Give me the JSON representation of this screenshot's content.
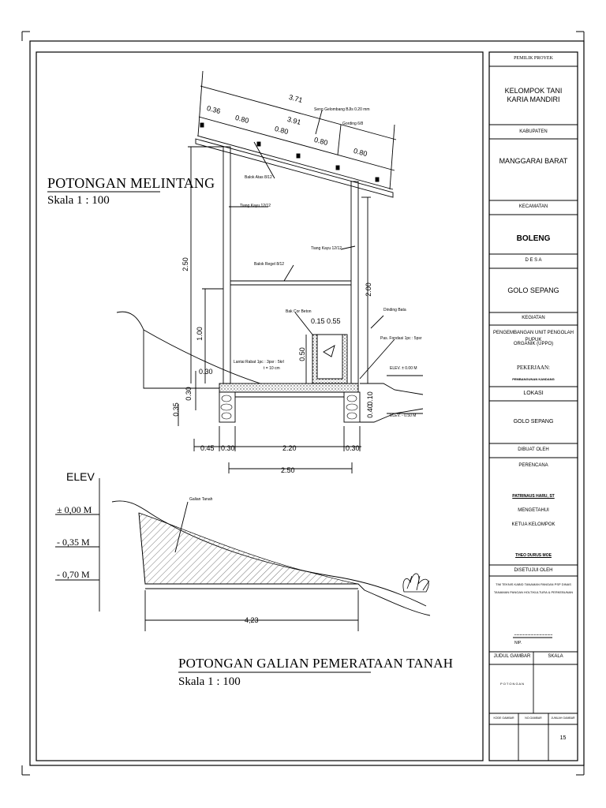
{
  "drawing": {
    "section1": {
      "title": "POTONGAN MELINTANG",
      "scale": "Skala  1 : 100",
      "dims": {
        "d371": "3.71",
        "d391": "3.91",
        "d036": "0.36",
        "d080a": "0.80",
        "d080b": "0.80",
        "d080c": "0.80",
        "d080d": "0.80",
        "d250v": "2.50",
        "d200v": "2.00",
        "d100v": "1.00",
        "d050v": "0.50",
        "d030": "0.30",
        "d030v": "0.30",
        "d015": "0.15",
        "d055": "0.55",
        "d010v": "0.10",
        "d040v": "0.40",
        "d045": "0.45",
        "d030b": "0.30",
        "d220": "2.20",
        "d030c": "0.30",
        "d250h": "2.50",
        "dsmall": "0.35"
      },
      "labels": {
        "seng": "Seng Gelombang BJls 0.20 mm",
        "gording": "Gording 6/8",
        "balok_atas": "Balok Atas 8/12",
        "tiang_kiri": "Tiang Kayu 12/12",
        "tiang_kanan": "Tiang Kayu 12/12",
        "balok_regel": "Balok Regel 8/12",
        "bak": "Bak Cor Beton",
        "dinding": "Dinding Bata",
        "pas_fondasi": "Pas. Fondasi 1pc : 5psr",
        "lantai": "Lantai Rabat 1pc : 3psr : 5krl",
        "lantai2": "t = 10 cm",
        "elev0": "ELEV. ± 0.00 M",
        "elev50": "ELEV. - 0.50 M"
      }
    },
    "section2": {
      "title": "POTONGAN GALIAN PEMERATAAN TANAH",
      "scale": "Skala  1 : 100",
      "elev_header": "ELEV",
      "elev_levels": [
        "± 0,00 M",
        "- 0,35 M",
        "- 0,70 M"
      ],
      "galian_label": "Galian Tanah",
      "width_dim": "4,23"
    }
  },
  "title_block": {
    "pemilik_label": "PEMILIK PROYEK",
    "pemilik": [
      "KELOMPOK TANI",
      "KARIA MANDIRI"
    ],
    "kabupaten_label": "KABUPATEN",
    "kabupaten": "MANGGARAI BARAT",
    "kecamatan_label": "KECAMATAN",
    "kecamatan": "BOLENG",
    "desa_label": "D E S A",
    "desa": "GOLO SEPANG",
    "kegiatan_label": "KEGIATAN",
    "kegiatan": [
      "PENGEMBANGAN UNIT PENGOLAH PUPUK",
      "ORGANIK (UPPO)"
    ],
    "pekerjaan_label": "PEKERJAAN:",
    "pekerjaan": "PEMBANGUNAN KANDANG",
    "lokasi_label": "LOKASI",
    "lokasi": "GOLO SEPANG",
    "dibuat_label": "DIBUAT OLEH",
    "perencana": "PERENCANA",
    "perencana_name": "PATRINAUS HARU, ST",
    "mengetahui": "MENGETAHUI",
    "ketua": "KETUA KELOMPOK",
    "ketua_name": "THEO DURUS MOE",
    "disetujui": "DISETUJUI OLEH",
    "dinas": [
      "TIM TEKNIS KABID TANAMAN PANGAN PSP DINAS",
      "TANAMAN PANGAN HOLTIKULTURA & PERKEBUNAN"
    ],
    "nip_dots": "...................................",
    "nip": "NIP.",
    "judul_label": "JUDUL GAMBAR",
    "skala_label": "SKALA",
    "judul": "P O T O N G A N",
    "kode_label": "KODE GAMBAR",
    "no_label": "NO.GAMBAR",
    "jumlah_label": "JUMLAH GAMBAR",
    "page_no": "15"
  }
}
